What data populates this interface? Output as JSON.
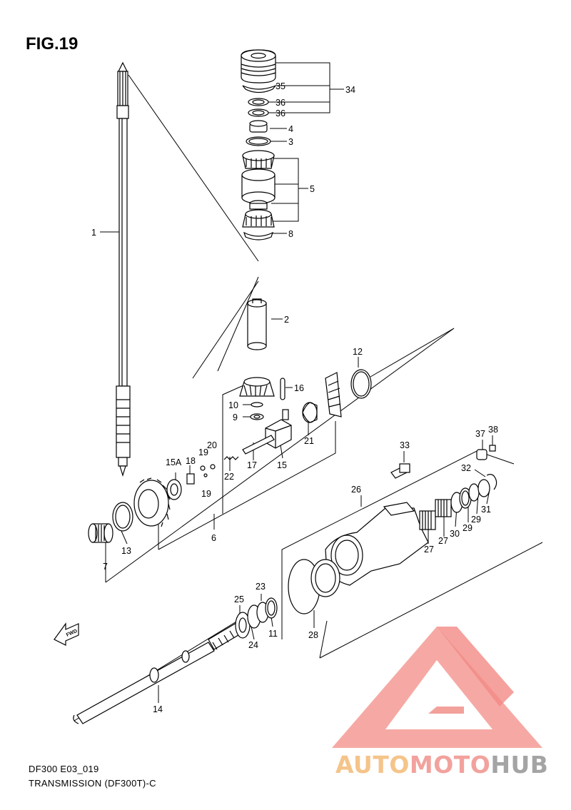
{
  "figure": {
    "title": "FIG.19"
  },
  "footer": {
    "code": "DF300 E03_019",
    "caption": "TRANSMISSION (DF300T)-C"
  },
  "watermark": {
    "part1": "AUTO",
    "part2": "MOTO",
    "part3": "HUB",
    "color_a": "#f5c48a",
    "color_b": "#f2a29d",
    "color_c": "#a4a4a4"
  },
  "icons": {
    "direction": "fwd-arrow-icon"
  },
  "fwd_label": "FWD",
  "callouts": [
    {
      "id": "c1",
      "text": "1"
    },
    {
      "id": "c2",
      "text": "2"
    },
    {
      "id": "c3",
      "text": "3"
    },
    {
      "id": "c4",
      "text": "4"
    },
    {
      "id": "c5",
      "text": "5"
    },
    {
      "id": "c6",
      "text": "6"
    },
    {
      "id": "c7",
      "text": "7"
    },
    {
      "id": "c8",
      "text": "8"
    },
    {
      "id": "c9",
      "text": "9"
    },
    {
      "id": "c10",
      "text": "10"
    },
    {
      "id": "c11",
      "text": "11"
    },
    {
      "id": "c12",
      "text": "12"
    },
    {
      "id": "c13",
      "text": "13"
    },
    {
      "id": "c14",
      "text": "14"
    },
    {
      "id": "c15",
      "text": "15"
    },
    {
      "id": "c15a",
      "text": "15A"
    },
    {
      "id": "c16",
      "text": "16"
    },
    {
      "id": "c17",
      "text": "17"
    },
    {
      "id": "c18",
      "text": "18"
    },
    {
      "id": "c19a",
      "text": "19"
    },
    {
      "id": "c19b",
      "text": "19"
    },
    {
      "id": "c20",
      "text": "20"
    },
    {
      "id": "c21",
      "text": "21"
    },
    {
      "id": "c22",
      "text": "22"
    },
    {
      "id": "c23",
      "text": "23"
    },
    {
      "id": "c24",
      "text": "24"
    },
    {
      "id": "c25",
      "text": "25"
    },
    {
      "id": "c26",
      "text": "26"
    },
    {
      "id": "c27a",
      "text": "27"
    },
    {
      "id": "c27b",
      "text": "27"
    },
    {
      "id": "c28",
      "text": "28"
    },
    {
      "id": "c29a",
      "text": "29"
    },
    {
      "id": "c29b",
      "text": "29"
    },
    {
      "id": "c30",
      "text": "30"
    },
    {
      "id": "c31",
      "text": "31"
    },
    {
      "id": "c32",
      "text": "32"
    },
    {
      "id": "c33",
      "text": "33"
    },
    {
      "id": "c34",
      "text": "34"
    },
    {
      "id": "c35",
      "text": "35"
    },
    {
      "id": "c36a",
      "text": "36"
    },
    {
      "id": "c36b",
      "text": "36"
    },
    {
      "id": "c37",
      "text": "37"
    },
    {
      "id": "c38",
      "text": "38"
    }
  ]
}
